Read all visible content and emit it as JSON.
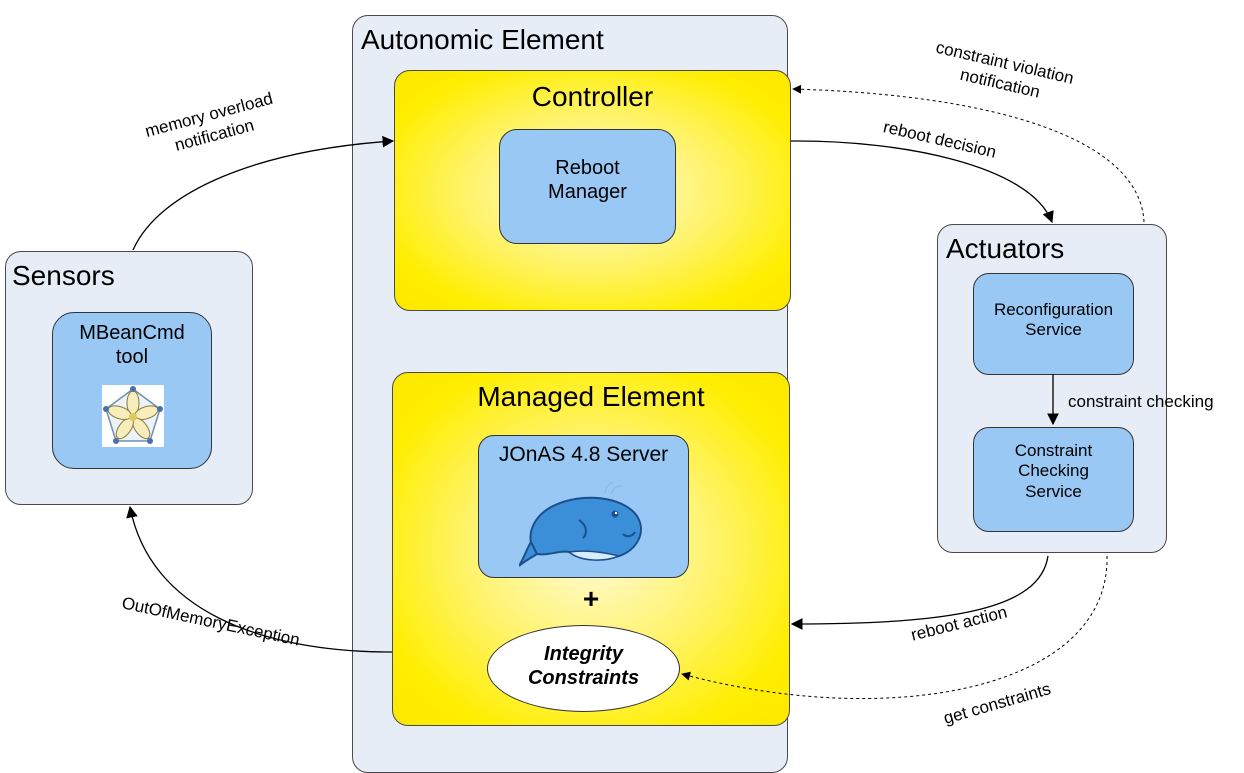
{
  "autonomic_element": {
    "title": "Autonomic Element"
  },
  "controller": {
    "title": "Controller",
    "reboot_manager": {
      "line1": "Reboot",
      "line2": "Manager"
    }
  },
  "managed_element": {
    "title": "Managed Element",
    "server": {
      "title": "JOnAS 4.8 Server"
    },
    "plus": "+",
    "constraints": {
      "line1": "Integrity",
      "line2": "Constraints"
    }
  },
  "sensors": {
    "title": "Sensors",
    "tool": {
      "line1": "MBeanCmd",
      "line2": "tool"
    }
  },
  "actuators": {
    "title": "Actuators",
    "reconfig": {
      "line1": "Reconfiguration",
      "line2": "Service"
    },
    "checking": {
      "line1": "Constraint",
      "line2": "Checking",
      "line3": "Service"
    }
  },
  "edges": {
    "memory_overload": {
      "line1": "memory overload",
      "line2": "notification"
    },
    "violation": {
      "line1": "constraint violation",
      "line2": "notification"
    },
    "reboot_decision": "reboot decision",
    "constraint_checking": "constraint checking",
    "reboot_action": "reboot action",
    "get_constraints": "get constraints",
    "out_of_memory": "OutOfMemoryException"
  },
  "colors": {
    "panel": "#e7edf6",
    "yellow": "#ffee00",
    "service_blue": "#99c8f5",
    "whale": "#3b8fd9"
  },
  "icons": {
    "tool": "pentagon-flower-icon",
    "server": "whale-icon"
  }
}
